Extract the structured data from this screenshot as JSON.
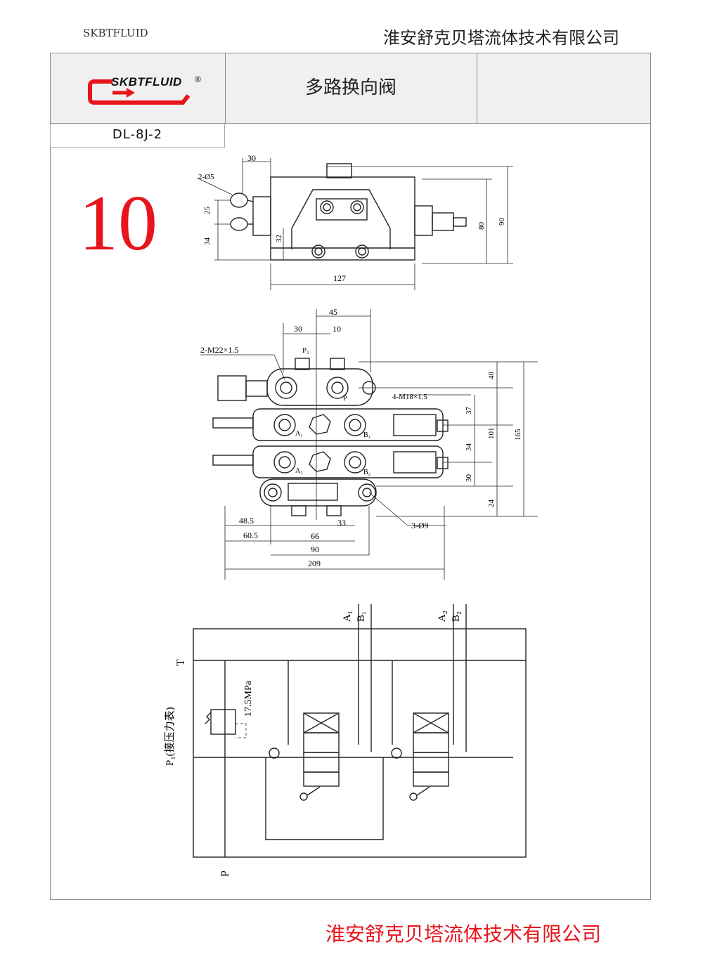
{
  "header": {
    "brand_small": "SKBTFLUID",
    "company_name": "淮安舒克贝塔流体技术有限公司"
  },
  "logo": {
    "text": "SKBTFLUID",
    "registered_mark": "®",
    "accent_color": "#e8141c"
  },
  "title_block": {
    "product_name": "多路换向阀",
    "model": "DL-8J-2"
  },
  "page_number": "10",
  "top_view": {
    "dims": {
      "d30": "30",
      "holes": "2-Ø5",
      "d25": "25",
      "d34": "34",
      "d32": "32",
      "d127": "127",
      "d80": "80",
      "d90": "90"
    }
  },
  "front_view": {
    "dims": {
      "d45": "45",
      "d30": "30",
      "d10": "10",
      "thread_large": "2-M22×1.5",
      "thread_small": "4-M18×1.5",
      "holes": "3-Ø9",
      "d40": "40",
      "d37": "37",
      "d34": "34",
      "d30v": "30",
      "d24": "24",
      "d101": "101",
      "d165": "165",
      "d48_5": "48.5",
      "d60_5": "60.5",
      "d66": "66",
      "d33": "33",
      "d90": "90",
      "d209": "209"
    },
    "ports": {
      "p1": "P₁",
      "p": "P",
      "a1": "A₁",
      "b1": "B₁",
      "a2": "A₂",
      "b2": "B₂"
    }
  },
  "schematic": {
    "port_a1": "A₁",
    "port_b1": "B₁",
    "port_a2": "A₂",
    "port_b2": "B₂",
    "port_t": "T",
    "port_p": "P",
    "gauge_label": "P₁(接压力表)",
    "relief_setting": "17.5MPa"
  },
  "footer": {
    "company_name": "淮安舒克贝塔流体技术有限公司"
  }
}
